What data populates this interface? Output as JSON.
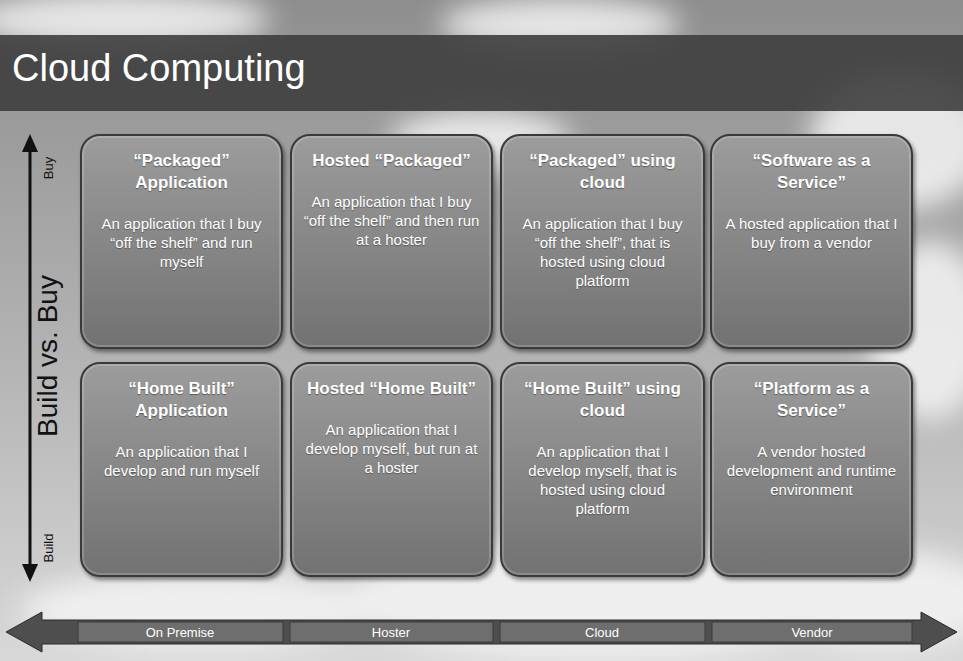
{
  "diagram": {
    "title": "Cloud Computing",
    "nodes": [
      {
        "text": [
          "“Packaged” Application",
          "An application that I buy “off the shelf” and run myself"
        ]
      },
      {
        "text": [
          "Hosted “Packaged”",
          "An application that I buy “off the shelf” and then run at a hoster"
        ]
      },
      {
        "text": [
          "“Packaged” using cloud",
          "An application that I buy “off the shelf”, that is hosted using cloud platform"
        ]
      },
      {
        "text": [
          "“Software as a Service”",
          "A hosted application that I buy from a vendor"
        ]
      },
      {
        "text": [
          "“Home Built” Application",
          "An application that I develop and run myself"
        ]
      },
      {
        "text": [
          "Hosted “Home Built”",
          "An application that I develop myself, but run at a hoster"
        ]
      },
      {
        "text": [
          "“Home Built” using cloud",
          "An application that I develop myself, that is hosted using cloud platform"
        ]
      },
      {
        "text": [
          "“Platform as a Service”",
          "A vendor hosted development and runtime environment"
        ]
      }
    ],
    "labels": [
      "Buy",
      "Build vs. Buy",
      "Build",
      "On Premise",
      "Hoster",
      "Cloud",
      "Vendor"
    ]
  }
}
